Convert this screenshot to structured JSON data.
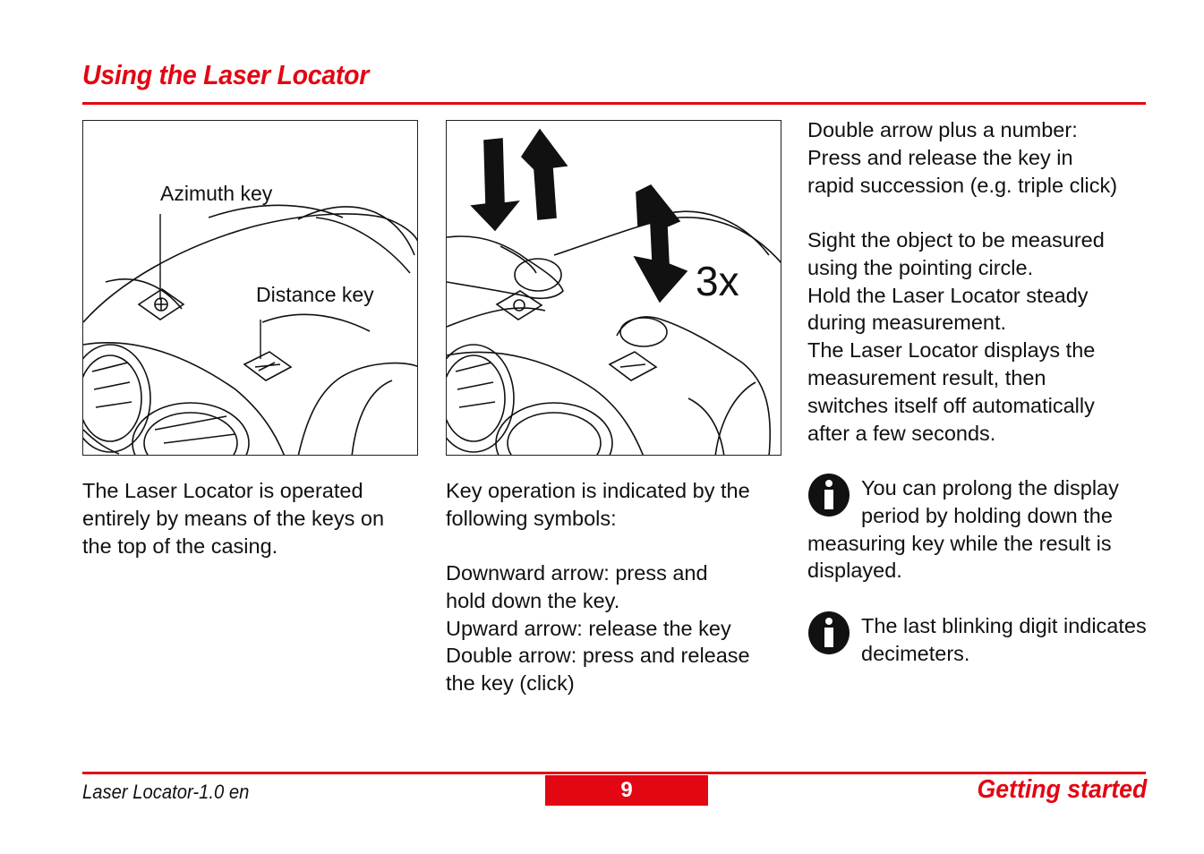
{
  "header": {
    "title": "Using the Laser Locator"
  },
  "figure1": {
    "azimuth_label": "Azimuth key",
    "distance_label": "Distance key"
  },
  "figure2": {
    "count_label": "3x"
  },
  "column1": {
    "text": "The Laser Locator is operated\nentirely by means of the keys on\nthe top of the casing."
  },
  "column2": {
    "intro": "Key operation is indicated by the\nfollowing symbols:",
    "arrows": "Downward arrow: press and\nhold down the key.\nUpward arrow: release the key\nDouble arrow: press and release\nthe key (click)"
  },
  "column3": {
    "double_arrow_number": "Double arrow plus a number:\nPress and release the key in\nrapid succession (e.g. triple click)",
    "procedure": "Sight the object to be measured\nusing the pointing circle.\nHold the Laser Locator steady\nduring measurement.\nThe Laser Locator displays the\nmeasurement result, then\nswitches itself off automatically\nafter a few seconds.",
    "info1": "You can prolong the display period by holding down the measuring key while the result is displayed.",
    "info2": "The last blinking digit indicates decimeters."
  },
  "footer": {
    "doc_id": "Laser Locator-1.0 en",
    "page_number": "9",
    "section": "Getting started"
  },
  "colors": {
    "accent": "#e30613",
    "text": "#111111"
  }
}
